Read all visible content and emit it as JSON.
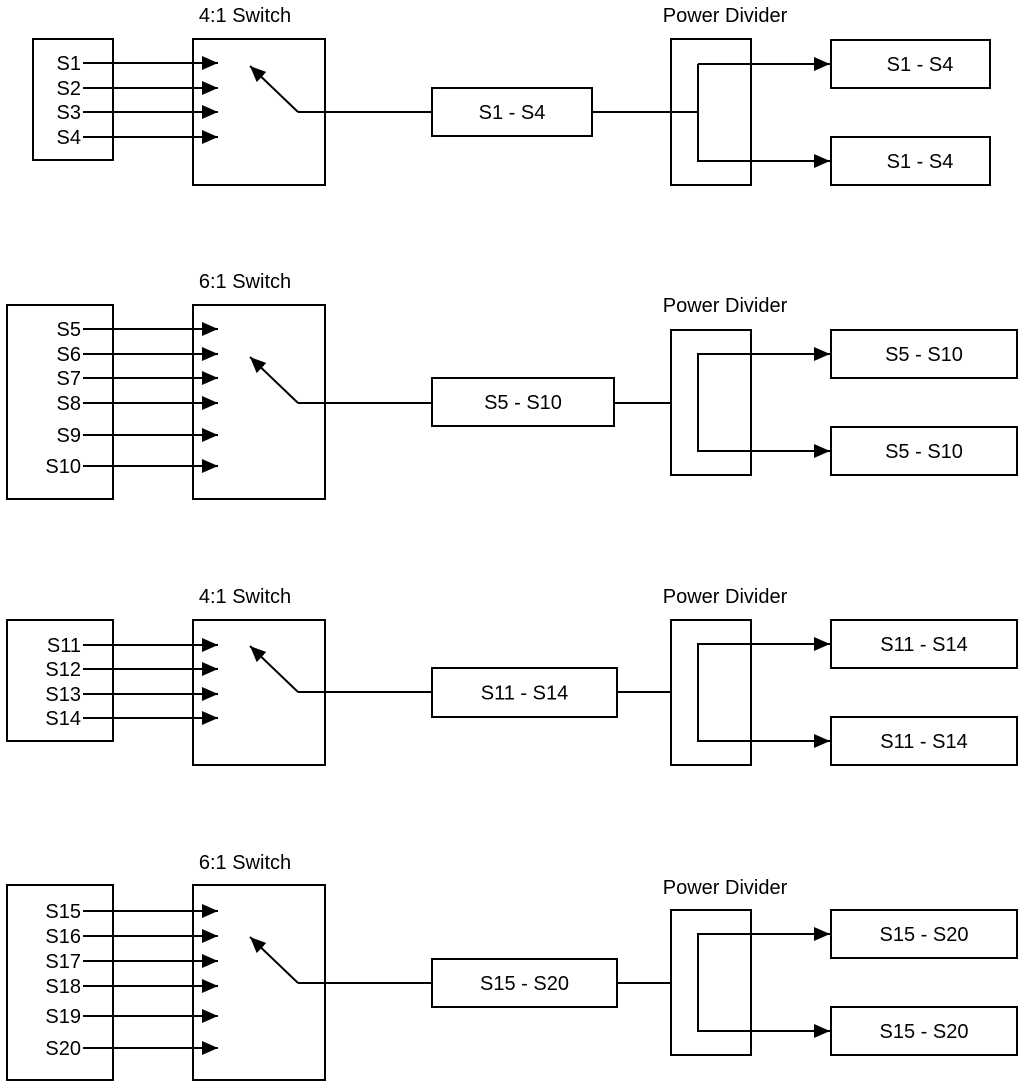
{
  "rows": [
    {
      "switch_label": "4:1 Switch",
      "inputs": [
        "S1",
        "S2",
        "S3",
        "S4"
      ],
      "mid_label": "S1 - S4",
      "divider_label": "Power Divider",
      "outputs": [
        "S1 - S4",
        "S1 - S4"
      ]
    },
    {
      "switch_label": "6:1 Switch",
      "inputs": [
        "S5",
        "S6",
        "S7",
        "S8",
        "S9",
        "S10"
      ],
      "mid_label": "S5 - S10",
      "divider_label": "Power Divider",
      "outputs": [
        "S5 - S10",
        "S5 - S10"
      ]
    },
    {
      "switch_label": "4:1 Switch",
      "inputs": [
        "S11",
        "S12",
        "S13",
        "S14"
      ],
      "mid_label": "S11 - S14",
      "divider_label": "Power Divider",
      "outputs": [
        "S11 - S14",
        "S11 - S14"
      ]
    },
    {
      "switch_label": "6:1 Switch",
      "inputs": [
        "S15",
        "S16",
        "S17",
        "S18",
        "S19",
        "S20"
      ],
      "mid_label": "S15 - S20",
      "divider_label": "Power Divider",
      "outputs": [
        "S15 - S20",
        "S15 - S20"
      ]
    }
  ]
}
